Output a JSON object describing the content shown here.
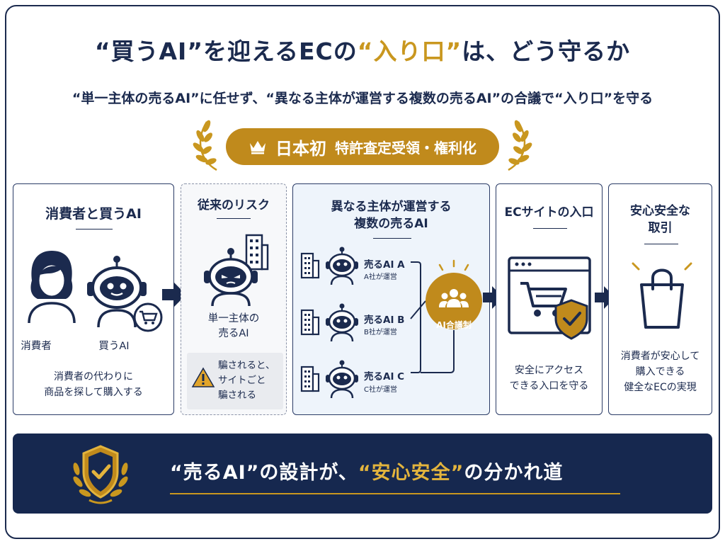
{
  "header": {
    "title_part1": "“買うAI”を迎えるECの",
    "title_highlight": "“入り口”",
    "title_part2": "は、どう守るか",
    "subtitle": "“単一主体の売るAI”に任せず、“異なる主体が運営する複数の売るAI”の合議で“入り口”を守る"
  },
  "badge": {
    "primary": "日本初",
    "secondary": "特許査定受領・権利化",
    "icon": "crown-icon"
  },
  "panels": {
    "consumer": {
      "title": "消費者と買うAI",
      "consumer_label": "消費者",
      "buyer_ai_label": "買うAI",
      "desc_line1": "消費者の代わりに",
      "desc_line2": "商品を探して購入する"
    },
    "risk": {
      "title": "従来のリスク",
      "robot_line1": "単一主体の",
      "robot_line2": "売るAI",
      "warn_line1": "騙されると、",
      "warn_line2": "サイトごと",
      "warn_line3": "騙される"
    },
    "sellers": {
      "title_line1": "異なる主体が運営する",
      "title_line2": "複数の売るAI",
      "items": [
        {
          "name": "売るAI A",
          "operator": "A社が運営"
        },
        {
          "name": "売るAI B",
          "operator": "B社が運営"
        },
        {
          "name": "売るAI C",
          "operator": "C社が運営"
        }
      ],
      "consensus_label": "AI合議制"
    },
    "entrance": {
      "title": "ECサイトの入口",
      "desc_line1": "安全にアクセス",
      "desc_line2": "できる入口を守る"
    },
    "safe": {
      "title_line1": "安心安全な",
      "title_line2": "取引",
      "desc_line1": "消費者が安心して",
      "desc_line2": "購入できる",
      "desc_line3": "健全なECの実現"
    }
  },
  "banner": {
    "text_part1": "“売るAI”の設計が、",
    "text_highlight": "“安心安全”",
    "text_part2": "の分かれ道",
    "icon": "shield-check-icon"
  },
  "colors": {
    "navy": "#1b2a4e",
    "gold": "#c08a1c",
    "banner": "#16284f",
    "panel_blue": "#eef4fb"
  }
}
